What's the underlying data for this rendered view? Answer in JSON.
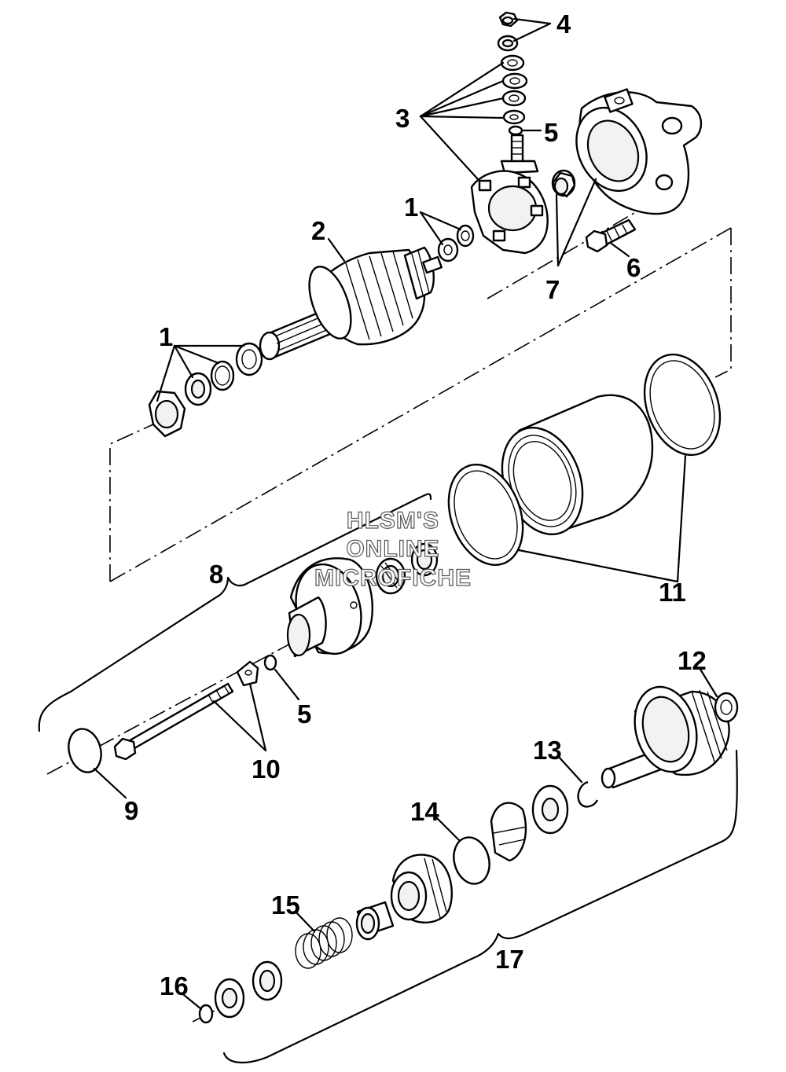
{
  "watermark": {
    "line1": "HLSM'S",
    "line2": "ONLINE",
    "line3": "MICROFICHE"
  },
  "callouts": {
    "c1a": "1",
    "c1b": "1",
    "c2": "2",
    "c3": "3",
    "c4": "4",
    "c5a": "5",
    "c5b": "5",
    "c6": "6",
    "c7": "7",
    "c8": "8",
    "c9": "9",
    "c10": "10",
    "c11": "11",
    "c12": "12",
    "c13": "13",
    "c14": "14",
    "c15": "15",
    "c16": "16",
    "c17": "17"
  }
}
